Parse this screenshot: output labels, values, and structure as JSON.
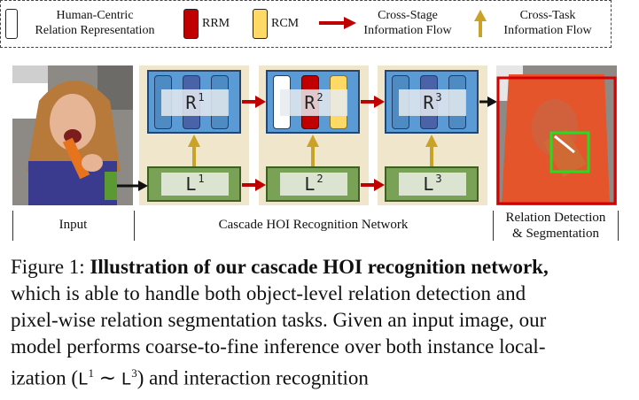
{
  "legend": {
    "hcrr_line1": "Human-Centric",
    "hcrr_line2": "Relation Representation",
    "rrm": "RRM",
    "rcm": "RCM",
    "cross_stage_line1": "Cross-Stage",
    "cross_stage_line2": "Information Flow",
    "cross_task_line1": "Cross-Task",
    "cross_task_line2": "Information Flow"
  },
  "stages": {
    "r1": "R",
    "r1_sup": "1",
    "r2": "R",
    "r2_sup": "2",
    "r3": "R",
    "r3_sup": "3",
    "l1": "L",
    "l1_sup": "1",
    "l2": "L",
    "l2_sup": "2",
    "l3": "L",
    "l3_sup": "3"
  },
  "bottom": {
    "input": "Input",
    "network": "Cascade HOI Recognition Network",
    "output_line1": "Relation Detection",
    "output_line2": "& Segmentation"
  },
  "caption": {
    "prefix": "Figure 1: ",
    "bold": "Illustration of our cascade HOI recognition network,",
    "line2": "which is able to handle both object-level relation detection and",
    "line3": "pixel-wise relation segmentation tasks. Given an input image, our",
    "line4": "model performs coarse-to-fine inference over both instance local-",
    "line5_a": "ization (",
    "line5_l1": "L",
    "line5_sup1": "1",
    "line5_tilde": " ∼ ",
    "line5_l3": "L",
    "line5_sup3": "3",
    "line5_b": ") and interaction recognition"
  },
  "colors": {
    "rrm": "#c00000",
    "rcm": "#ffd966",
    "hcrr": "#ffffff",
    "arrow_cross_stage": "#c00000",
    "arrow_cross_task": "#c9a227",
    "r_box": "#5b9bd5",
    "l_box": "#7aa257",
    "stage_bg": "#efe6cc",
    "bbox": "#22dd22",
    "output_border": "#d60000"
  }
}
